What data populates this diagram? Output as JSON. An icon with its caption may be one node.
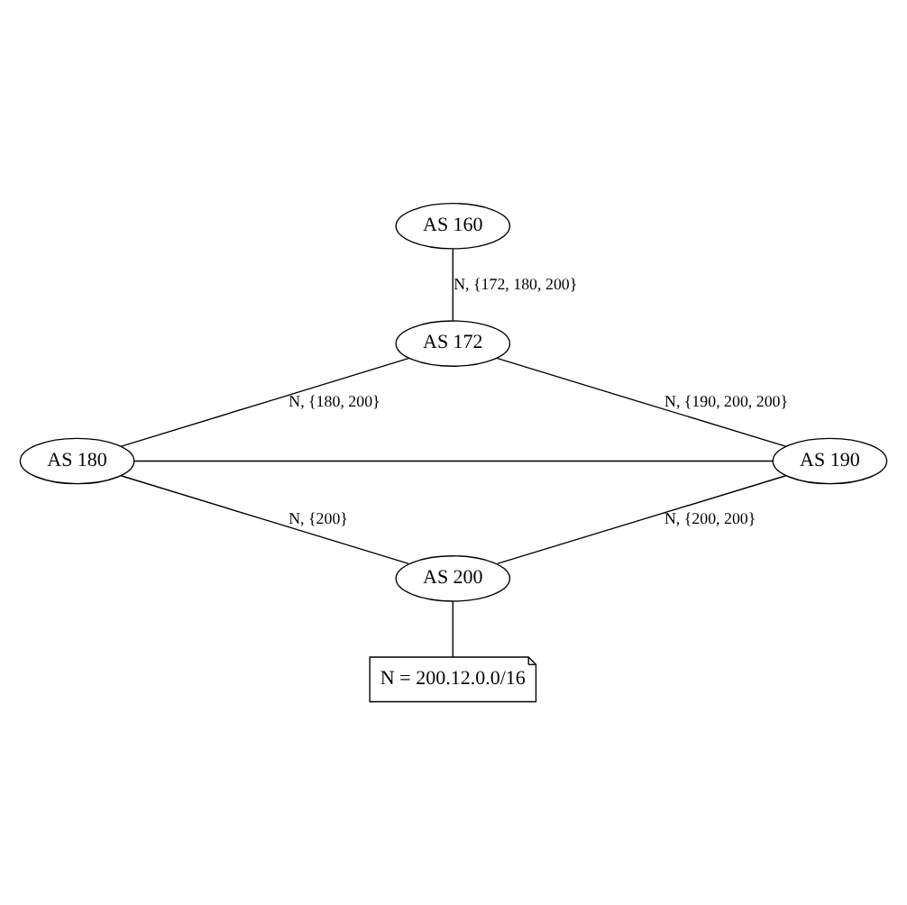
{
  "diagram": {
    "nodes": [
      {
        "text": [
          "AS 160"
        ]
      },
      {
        "text": [
          "AS 172"
        ]
      },
      {
        "text": [
          "AS 180"
        ]
      },
      {
        "text": [
          "AS 190"
        ]
      },
      {
        "text": [
          "AS 200"
        ]
      },
      {
        "text": [
          "N = 200.12.0.0/16"
        ]
      }
    ],
    "edges": [
      {
        "from": 1,
        "to": 0,
        "arrow": "none",
        "label": "N, {172, 180, 200}"
      },
      {
        "from": 2,
        "to": 1,
        "arrow": "none",
        "label": "N, {180, 200}"
      },
      {
        "from": 3,
        "to": 1,
        "arrow": "none",
        "label": "N, {190, 200, 200}"
      },
      {
        "from": 2,
        "to": 3,
        "arrow": "none"
      },
      {
        "from": 4,
        "to": 2,
        "arrow": "none",
        "label": "N, {200}"
      },
      {
        "from": 4,
        "to": 3,
        "arrow": "none",
        "label": "N, {200, 200}"
      },
      {
        "from": 4,
        "to": 5,
        "arrow": "none"
      }
    ]
  }
}
